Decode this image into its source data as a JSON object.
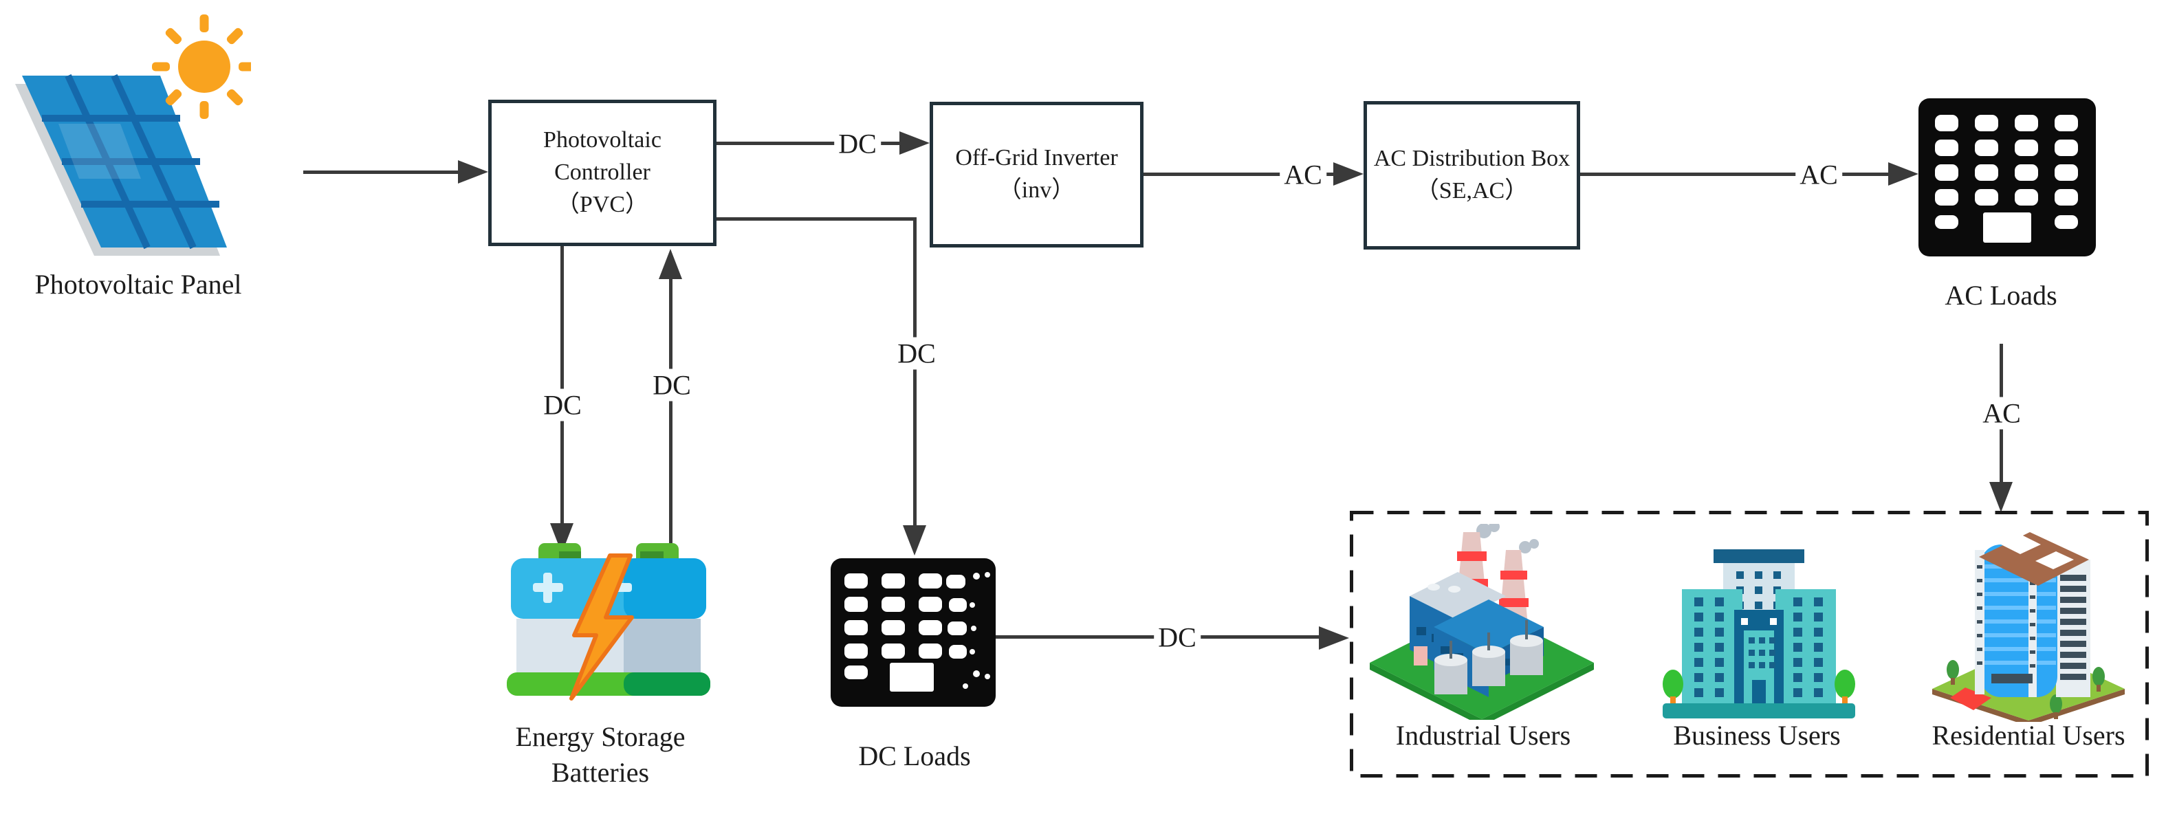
{
  "figure": {
    "type": "system-architecture-diagram",
    "subject": "Photovoltaic off-grid power system",
    "background": "#ffffff"
  },
  "nodes": {
    "pv_panel": {
      "label": "Photovoltaic Panel"
    },
    "pv_controller": {
      "line1": "Photovoltaic",
      "line2": "Controller",
      "line3": "（PVC）"
    },
    "inverter": {
      "line1": "Off-Grid Inverter",
      "line2": "（inv）"
    },
    "ac_distribution": {
      "line1": "AC Distribution Box",
      "line2": "（SE,AC）"
    },
    "ac_loads": {
      "label": "AC Loads"
    },
    "dc_loads": {
      "label": "DC Loads"
    },
    "battery": {
      "line1": "Energy Storage",
      "line2": "Batteries"
    },
    "users_group": {
      "industrial": {
        "label": "Industrial Users"
      },
      "business": {
        "label": "Business Users"
      },
      "residential": {
        "label": "Residential Users"
      }
    }
  },
  "edges": {
    "controller_to_inverter": {
      "label": "DC"
    },
    "inverter_to_acdb": {
      "label": "AC"
    },
    "acdb_to_ac_loads": {
      "label": "AC"
    },
    "ac_loads_to_users": {
      "label": "AC"
    },
    "controller_to_battery": {
      "label": "DC"
    },
    "battery_to_controller": {
      "label": "DC"
    },
    "controller_to_dc_loads": {
      "label": "DC"
    },
    "dc_loads_to_users": {
      "label": "DC"
    }
  },
  "colors": {
    "line": "#3a3a3a",
    "box_border": "#22313a",
    "text": "#1c1c1c",
    "dashed_border": "#1a1a1a",
    "panel_blue": "#1f8ccb",
    "panel_grid_blue": "#1569ab",
    "sun_orange": "#f9a31f",
    "load_icon_black": "#0b0b0b",
    "battery_blue": "#33b8e8",
    "battery_green": "#59b832",
    "bolt_orange": "#f7941e",
    "ground_green": "#2ba63a",
    "business_teal": "#53c8c8",
    "residential_tower_blue": "#2da7f5"
  }
}
